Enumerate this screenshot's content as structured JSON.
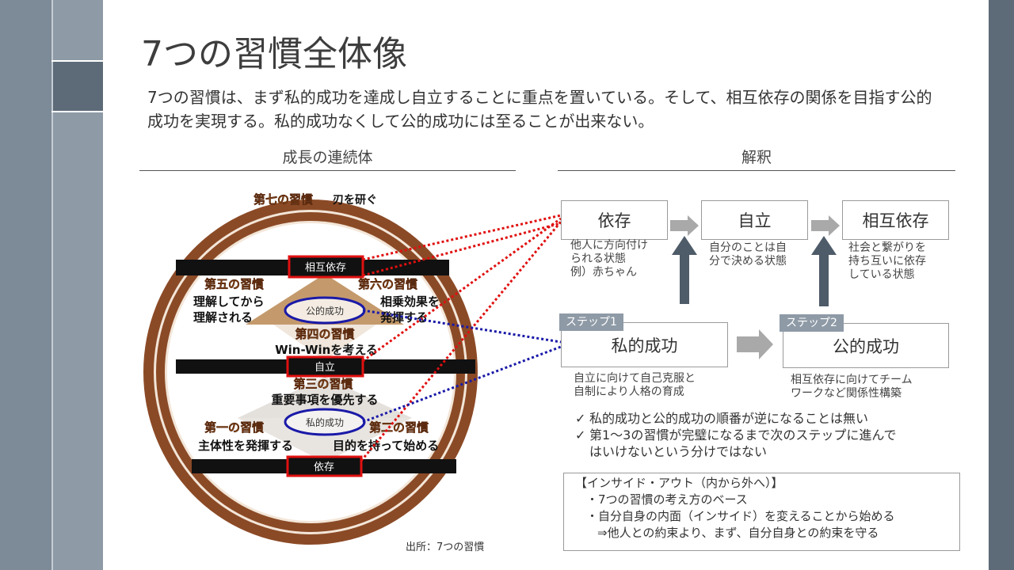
{
  "title": "7つの習慣全体像",
  "intro": "7つの習慣は、まず私的成功を達成し自立することに重点を置いている。そして、相互依存の関係を目指す公的成功を実現する。私的成功なくして公的成功には至ることが出来ない。",
  "left_heading": "成長の連続体",
  "right_heading": "解釈",
  "diagram": {
    "habit7_label": "第七の習慣",
    "habit7_text": "刃を研ぐ",
    "interdependence_band": "相互依存",
    "independence_band": "自立",
    "dependence_band": "依存",
    "public_victory": "公的成功",
    "private_victory": "私的成功",
    "habit5_label": "第五の習慣",
    "habit5_text_line1": "理解してから",
    "habit5_text_line2": "理解される",
    "habit6_label": "第六の習慣",
    "habit6_text_line1": "相乗効果を",
    "habit6_text_line2": "発揮する",
    "habit4_label": "第四の習慣",
    "habit4_text": "Win-Winを考える",
    "habit3_label": "第三の習慣",
    "habit3_text": "重要事項を優先する",
    "habit1_label": "第一の習慣",
    "habit1_text": "主体性を発揮する",
    "habit2_label": "第二の習慣",
    "habit2_text": "目的を持って始める",
    "source": "出所：7つの習慣"
  },
  "interpretation": {
    "dependence": {
      "label": "依存",
      "desc_line1": "他人に方向付け",
      "desc_line2": "られる状態",
      "desc_line3": "例）赤ちゃん"
    },
    "independence": {
      "label": "自立",
      "desc_line1": "自分のことは自",
      "desc_line2": "分で決める状態"
    },
    "interdependence": {
      "label": "相互依存",
      "desc_line1": "社会と繋がりを",
      "desc_line2": "持ち互いに依存",
      "desc_line3": "している状態"
    },
    "step1": {
      "tag": "ステップ1",
      "label": "私的成功",
      "desc_line1": "自立に向けて自己克服と",
      "desc_line2": "自制により人格の育成"
    },
    "step2": {
      "tag": "ステップ2",
      "label": "公的成功",
      "desc_line1": "相互依存に向けてチーム",
      "desc_line2": "ワークなど関係性構築"
    }
  },
  "notes": [
    "私的成功と公的成功の順番が逆になることは無い",
    "第1～3の習慣が完璧になるまで次のステップに進んで",
    "はいけないという分けではない"
  ],
  "insight": {
    "title": "【インサイド・アウト（内から外へ）】",
    "line1": "・7つの習慣の考え方のベース",
    "line2": "・自分自身の内面（インサイド）を変えることから始める",
    "line3": "⇒他人との約束より、まず、自分自身との約束を守る"
  },
  "colors": {
    "ring_brown": "#8b4a26",
    "band_black": "#111111",
    "highlight_red": "#e01010",
    "oval_blue": "#1a1aa8",
    "habit_label_orange": "#e8871e",
    "triangle_tan": "#c49a6c",
    "arrow_gray": "#a9a9a9",
    "arrow_slate": "#4e5b68"
  }
}
